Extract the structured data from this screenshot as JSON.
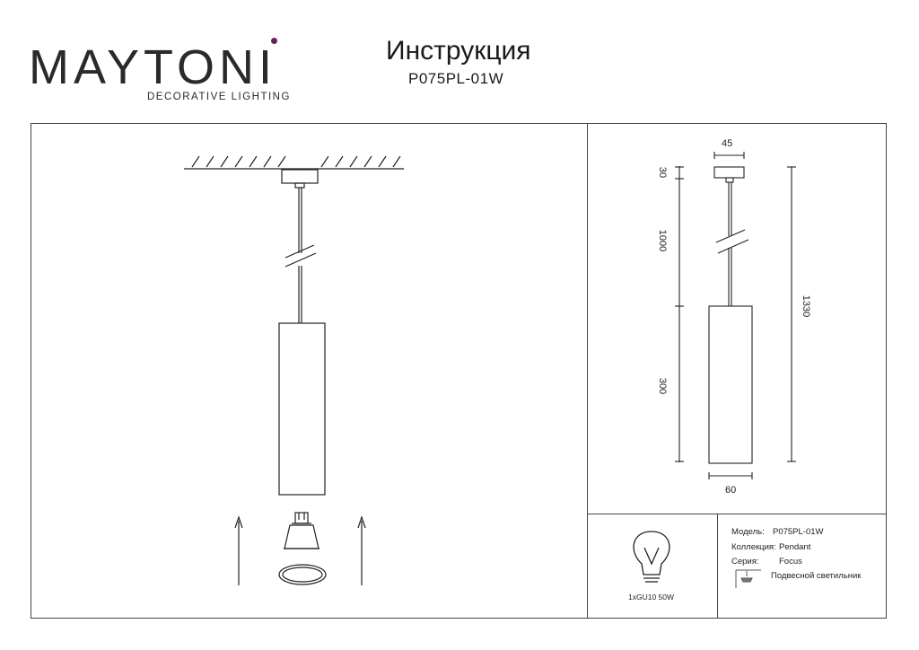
{
  "brand": {
    "name": "MAYTONI",
    "tagline": "DECORATIVE LIGHTING",
    "accent_color": "#6b1f5c"
  },
  "header": {
    "title": "Инструкция",
    "model_code": "P075PL-01W"
  },
  "dimensions": {
    "canopy_width": "45",
    "canopy_height": "30",
    "cable_length": "1000",
    "body_height": "300",
    "total_height": "1330",
    "body_diameter": "60"
  },
  "bulb": {
    "label": "1xGU10 50W",
    "icon": "lightbulb-icon"
  },
  "specs": {
    "model_label": "Модель:",
    "model_value": "P075PL-01W",
    "collection_label": "Коллекция:",
    "collection_value": "Pendant",
    "series_label": "Серия:",
    "series_value": "Focus",
    "type_value": "Подвесной светильник",
    "type_icon": "pendant-lamp-icon"
  }
}
